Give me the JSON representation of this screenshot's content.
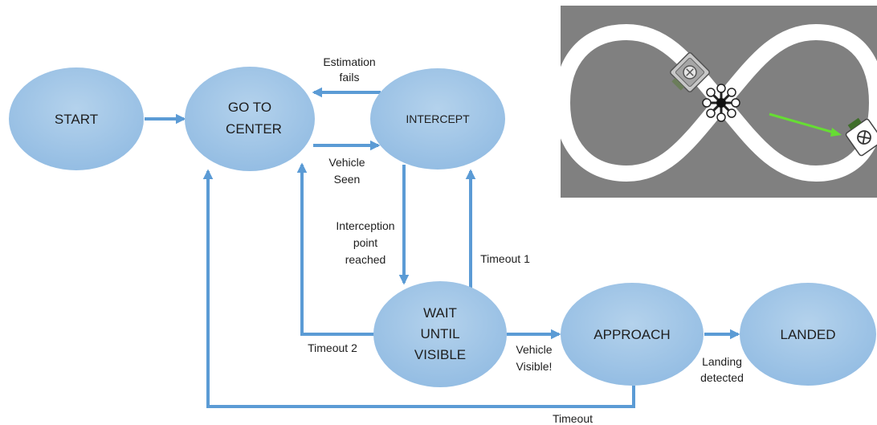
{
  "states": {
    "start": "START",
    "go_to_center_line1": "GO TO",
    "go_to_center_line2": "CENTER",
    "intercept": "INTERCEPT",
    "wait_line1": "WAIT",
    "wait_line2": "UNTIL",
    "wait_line3": "VISIBLE",
    "approach": "APPROACH",
    "landed": "LANDED"
  },
  "transitions": {
    "estimation_fails_line1": "Estimation",
    "estimation_fails_line2": "fails",
    "vehicle_seen_line1": "Vehicle",
    "vehicle_seen_line2": "Seen",
    "interception_line1": "Interception",
    "interception_line2": "point",
    "interception_line3": "reached",
    "timeout1": "Timeout 1",
    "timeout2": "Timeout 2",
    "vehicle_visible_line1": "Vehicle",
    "vehicle_visible_line2": "Visible!",
    "landing_detected_line1": "Landing",
    "landing_detected_line2": "detected",
    "timeout": "Timeout"
  },
  "colors": {
    "state_fill": "#9dc3e6",
    "arrow": "#5b9bd5",
    "sim_background": "#808080",
    "track": "#ffffff",
    "velocity_vector": "#66dd33"
  }
}
